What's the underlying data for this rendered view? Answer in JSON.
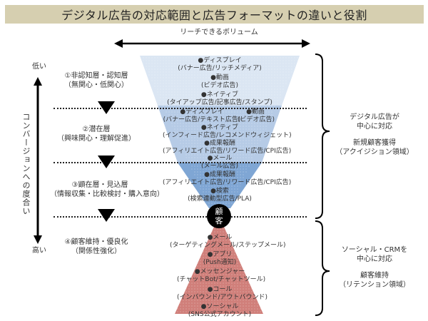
{
  "title": "デジタル広告の対応範囲と広告フォーマットの違いと役割",
  "reach_label": "リーチできるボリューム",
  "axis": {
    "top_label": "低い",
    "bottom_label": "高い",
    "vertical_label": "コンバージョンへの度合い"
  },
  "stages": [
    {
      "line1": "①非認知層・認知層",
      "line2": "（無関心・低関心）"
    },
    {
      "line1": "②潜在層",
      "line2": "（興味関心・理解促進）"
    },
    {
      "line1": "③顕在層・見込層",
      "line2": "（情報収集・比較検討・購入意向）"
    },
    {
      "line1": "④顧客維持・優良化",
      "line2": "（関係性強化）"
    }
  ],
  "funnel_top": {
    "color": "#dbe6f3",
    "items": [
      {
        "name": "●ディスプレイ",
        "detail": "(バナー広告/リッチメディア)"
      },
      {
        "name": "●動画",
        "detail": "(ビデオ広告)"
      },
      {
        "name": "●ネイティブ",
        "detail": "(タイアップ広告/記事広告/スタンプ)"
      }
    ]
  },
  "funnel_mid": {
    "color": "#b6cbe6",
    "items": [
      {
        "name": "●ディスプレイ",
        "detail": "(バナー広告/テキスト広告)"
      },
      {
        "name": "●動画",
        "detail": "(ビデオ広告)"
      },
      {
        "name": "●ネイティブ",
        "detail": "(インフィード広告/レコメンドウィジェット)"
      },
      {
        "name": "●成果報酬",
        "detail": "(アフィリエイト広告/リワード広告/CPI広告)"
      },
      {
        "name": "●メール",
        "detail": "(メール広告)"
      }
    ]
  },
  "funnel_bottom": {
    "color": "#7fa6d4",
    "items": [
      {
        "name": "●成果報酬",
        "detail": "(アフィリエイト広告/リワード広告/CPI広告)"
      },
      {
        "name": "●検索",
        "detail": "(検索連動型広告/PLA)"
      }
    ]
  },
  "customer": {
    "line1": "顧",
    "line2": "客"
  },
  "retention_funnel": {
    "color": "#d07f7a",
    "items": [
      {
        "name": "●メール",
        "detail": "(ターゲティングメール/ステップメール)"
      },
      {
        "name": "●アプリ",
        "detail": "(Push通知)"
      },
      {
        "name": "●メッセンジャー",
        "detail": "(チャットBot/チャットツール)"
      },
      {
        "name": "●コール",
        "detail": "(インバウンド/アウトバウンド)"
      },
      {
        "name": "●ソーシャル",
        "detail": "(SNS公式アカウント)"
      }
    ]
  },
  "right_notes": {
    "acquisition": {
      "line1": "デジタル広告が",
      "line2": "中心に対応",
      "line3": "新規顧客獲得",
      "line4": "（アクイジション領域）"
    },
    "retention": {
      "line1": "ソーシャル・CRMを",
      "line2": "中心に対応",
      "line3": "顧客維持",
      "line4": "（リテンション領域）"
    }
  }
}
